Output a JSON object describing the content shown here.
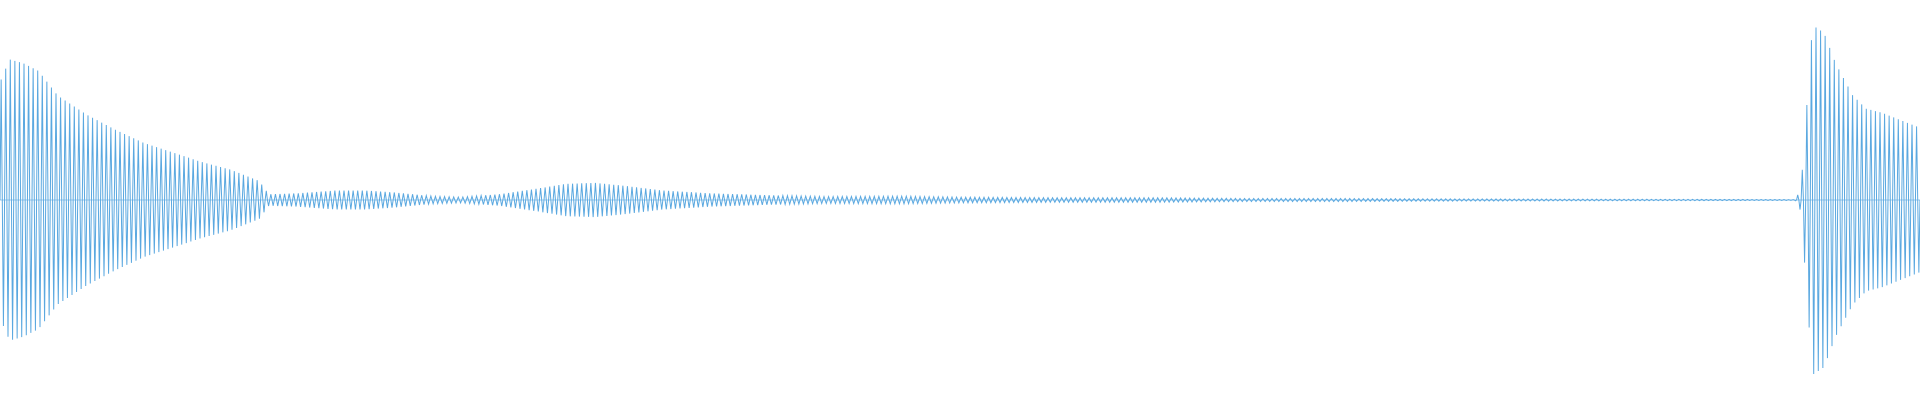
{
  "waveform": {
    "color": "#5aa8e0",
    "background": "#ffffff",
    "amplitude_profile": [
      [
        0.0,
        0.62
      ],
      [
        0.005,
        0.74
      ],
      [
        0.012,
        0.72
      ],
      [
        0.02,
        0.68
      ],
      [
        0.03,
        0.55
      ],
      [
        0.045,
        0.45
      ],
      [
        0.06,
        0.37
      ],
      [
        0.075,
        0.3
      ],
      [
        0.09,
        0.25
      ],
      [
        0.105,
        0.2
      ],
      [
        0.12,
        0.16
      ],
      [
        0.135,
        0.1
      ],
      [
        0.14,
        0.03
      ],
      [
        0.155,
        0.035
      ],
      [
        0.175,
        0.05
      ],
      [
        0.19,
        0.05
      ],
      [
        0.205,
        0.04
      ],
      [
        0.225,
        0.02
      ],
      [
        0.24,
        0.015
      ],
      [
        0.26,
        0.03
      ],
      [
        0.28,
        0.06
      ],
      [
        0.295,
        0.085
      ],
      [
        0.31,
        0.09
      ],
      [
        0.325,
        0.075
      ],
      [
        0.345,
        0.05
      ],
      [
        0.37,
        0.035
      ],
      [
        0.4,
        0.025
      ],
      [
        0.43,
        0.018
      ],
      [
        0.47,
        0.02
      ],
      [
        0.5,
        0.015
      ],
      [
        0.55,
        0.012
      ],
      [
        0.6,
        0.012
      ],
      [
        0.65,
        0.008
      ],
      [
        0.7,
        0.008
      ],
      [
        0.75,
        0.006
      ],
      [
        0.8,
        0.005
      ],
      [
        0.85,
        0.004
      ],
      [
        0.9,
        0.003
      ],
      [
        0.935,
        0.002
      ],
      [
        0.938,
        0.06
      ],
      [
        0.944,
        0.92
      ],
      [
        0.95,
        0.88
      ],
      [
        0.956,
        0.72
      ],
      [
        0.965,
        0.55
      ],
      [
        0.972,
        0.48
      ],
      [
        0.98,
        0.46
      ],
      [
        0.99,
        0.42
      ],
      [
        1.0,
        0.38
      ]
    ],
    "cycles": 420
  }
}
